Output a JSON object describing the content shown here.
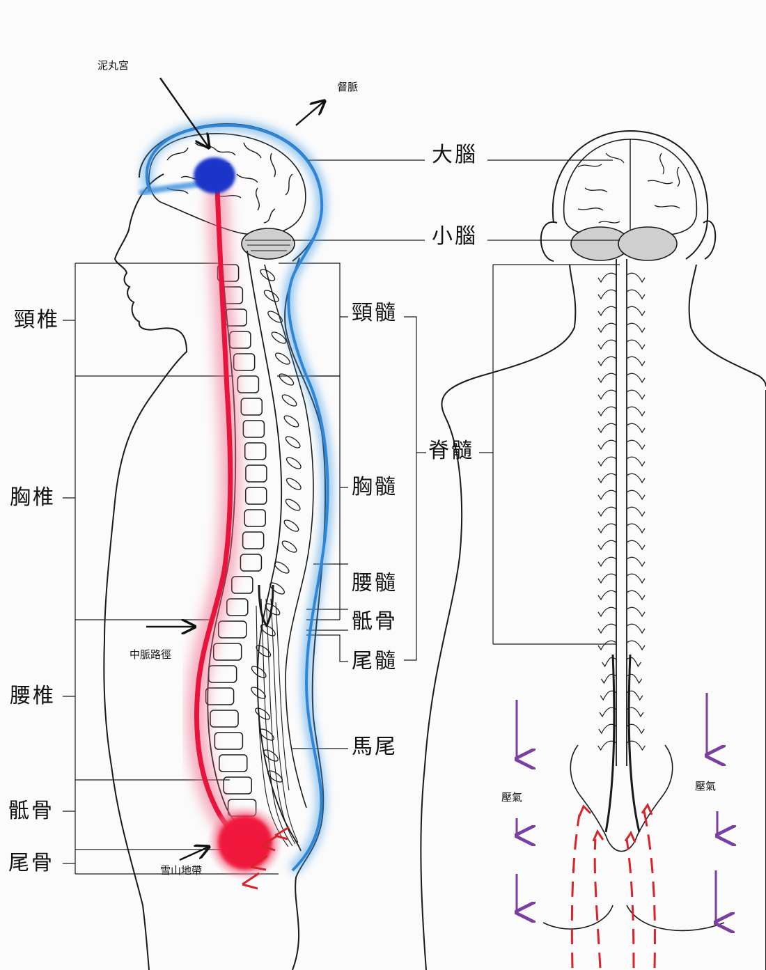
{
  "left_labels": {
    "cervical": "頸椎",
    "thoracic": "胸椎",
    "lumbar": "腰椎",
    "sacrum": "骶骨",
    "coccyx": "尾骨"
  },
  "right_labels": {
    "cerebrum": "大腦",
    "cerebellum": "小腦",
    "cervical_cord": "頸髓",
    "spinal_cord": "脊髓",
    "thoracic_cord": "胸髓",
    "lumbar_cord": "腰髓",
    "sacral": "骶骨",
    "coccygeal_cord": "尾髓",
    "cauda_equina": "馬尾"
  },
  "annotations": {
    "niwan_palace": "泥丸宮",
    "governor_vessel": "督脈",
    "central_channel_path": "中脈路徑",
    "snow_mountain_zone": "雪山地帶",
    "pressure_left": "壓氣",
    "pressure_right": "壓氣"
  },
  "colors": {
    "central_channel": "#e8143c",
    "central_channel_glow": "#f26a8c",
    "governor_vessel": "#2f86d6",
    "niwan_spot": "#1b34c9",
    "pressure_arrow": "#7a3fa0",
    "energy_arrow": "#d6242a",
    "ink": "#1a1a1a"
  }
}
